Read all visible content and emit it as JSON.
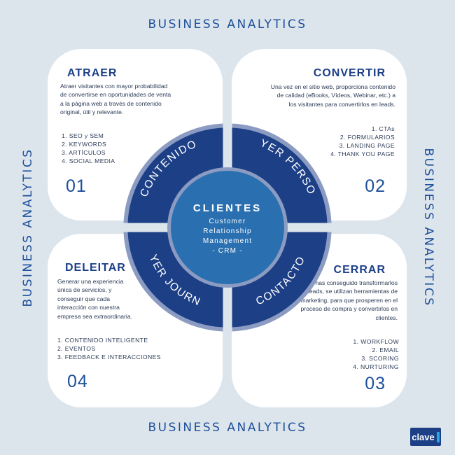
{
  "edge_title": "BUSINESS ANALYTICS",
  "quadrants": {
    "atraer": {
      "title": "ATRAER",
      "text": "Atraer visitantes con mayor probabilidad de convertirse en oportunidades de venta a la página web a través de contenido original, útil y relevante.",
      "items": [
        "1. SEO y SEM",
        "2. KEYWORDS",
        "3. ARTÍCULOS",
        "4. SOCIAL MEDIA"
      ],
      "number": "01"
    },
    "convertir": {
      "title": "CONVERTIR",
      "text": "Una vez en el sitio web, proporciona contenido de calidad (eBooks, Vídeos, Webinar, etc.) a los visitantes para convertirlos en leads.",
      "items": [
        "1. CTAs",
        "2. FORMULARIOS",
        "3. LANDING PAGE",
        "4. THANK YOU PAGE"
      ],
      "number": "02"
    },
    "deleitar": {
      "title": "DELEITAR",
      "text": "Generar una experiencia única de servicios, y conseguir que cada interacción con nuestra empresa sea extraordinaria.",
      "items": [
        "1. CONTENIDO INTELIGENTE",
        "2. EVENTOS",
        "3. FEEDBACK E INTERACCIONES"
      ],
      "number": "04"
    },
    "cerrar": {
      "title": "CERRAR",
      "text": "Una vez que has conseguido transformarlos en leads, se utilizan herramientas de marketing, para que prosperen en el proceso de compra y convertirlos en clientes.",
      "items": [
        "1. WORKFLOW",
        "2. EMAIL",
        "3. SCORING",
        "4. NURTURING"
      ],
      "number": "03"
    }
  },
  "wheel": {
    "segments": [
      "CONTENIDO",
      "BUYER PERSONA",
      "CONTACTO",
      "BUYER JOURNEY"
    ],
    "center_title": "CLIENTES",
    "center_lines": [
      "Customer",
      "Relationship",
      "Management",
      "- CRM -"
    ]
  },
  "logo": "clave",
  "colors": {
    "background": "#dde5ec",
    "ring": "#1c3f86",
    "ring_border": "#8b9bc2",
    "center": "#2a70b1",
    "title": "#1c4f9a"
  }
}
